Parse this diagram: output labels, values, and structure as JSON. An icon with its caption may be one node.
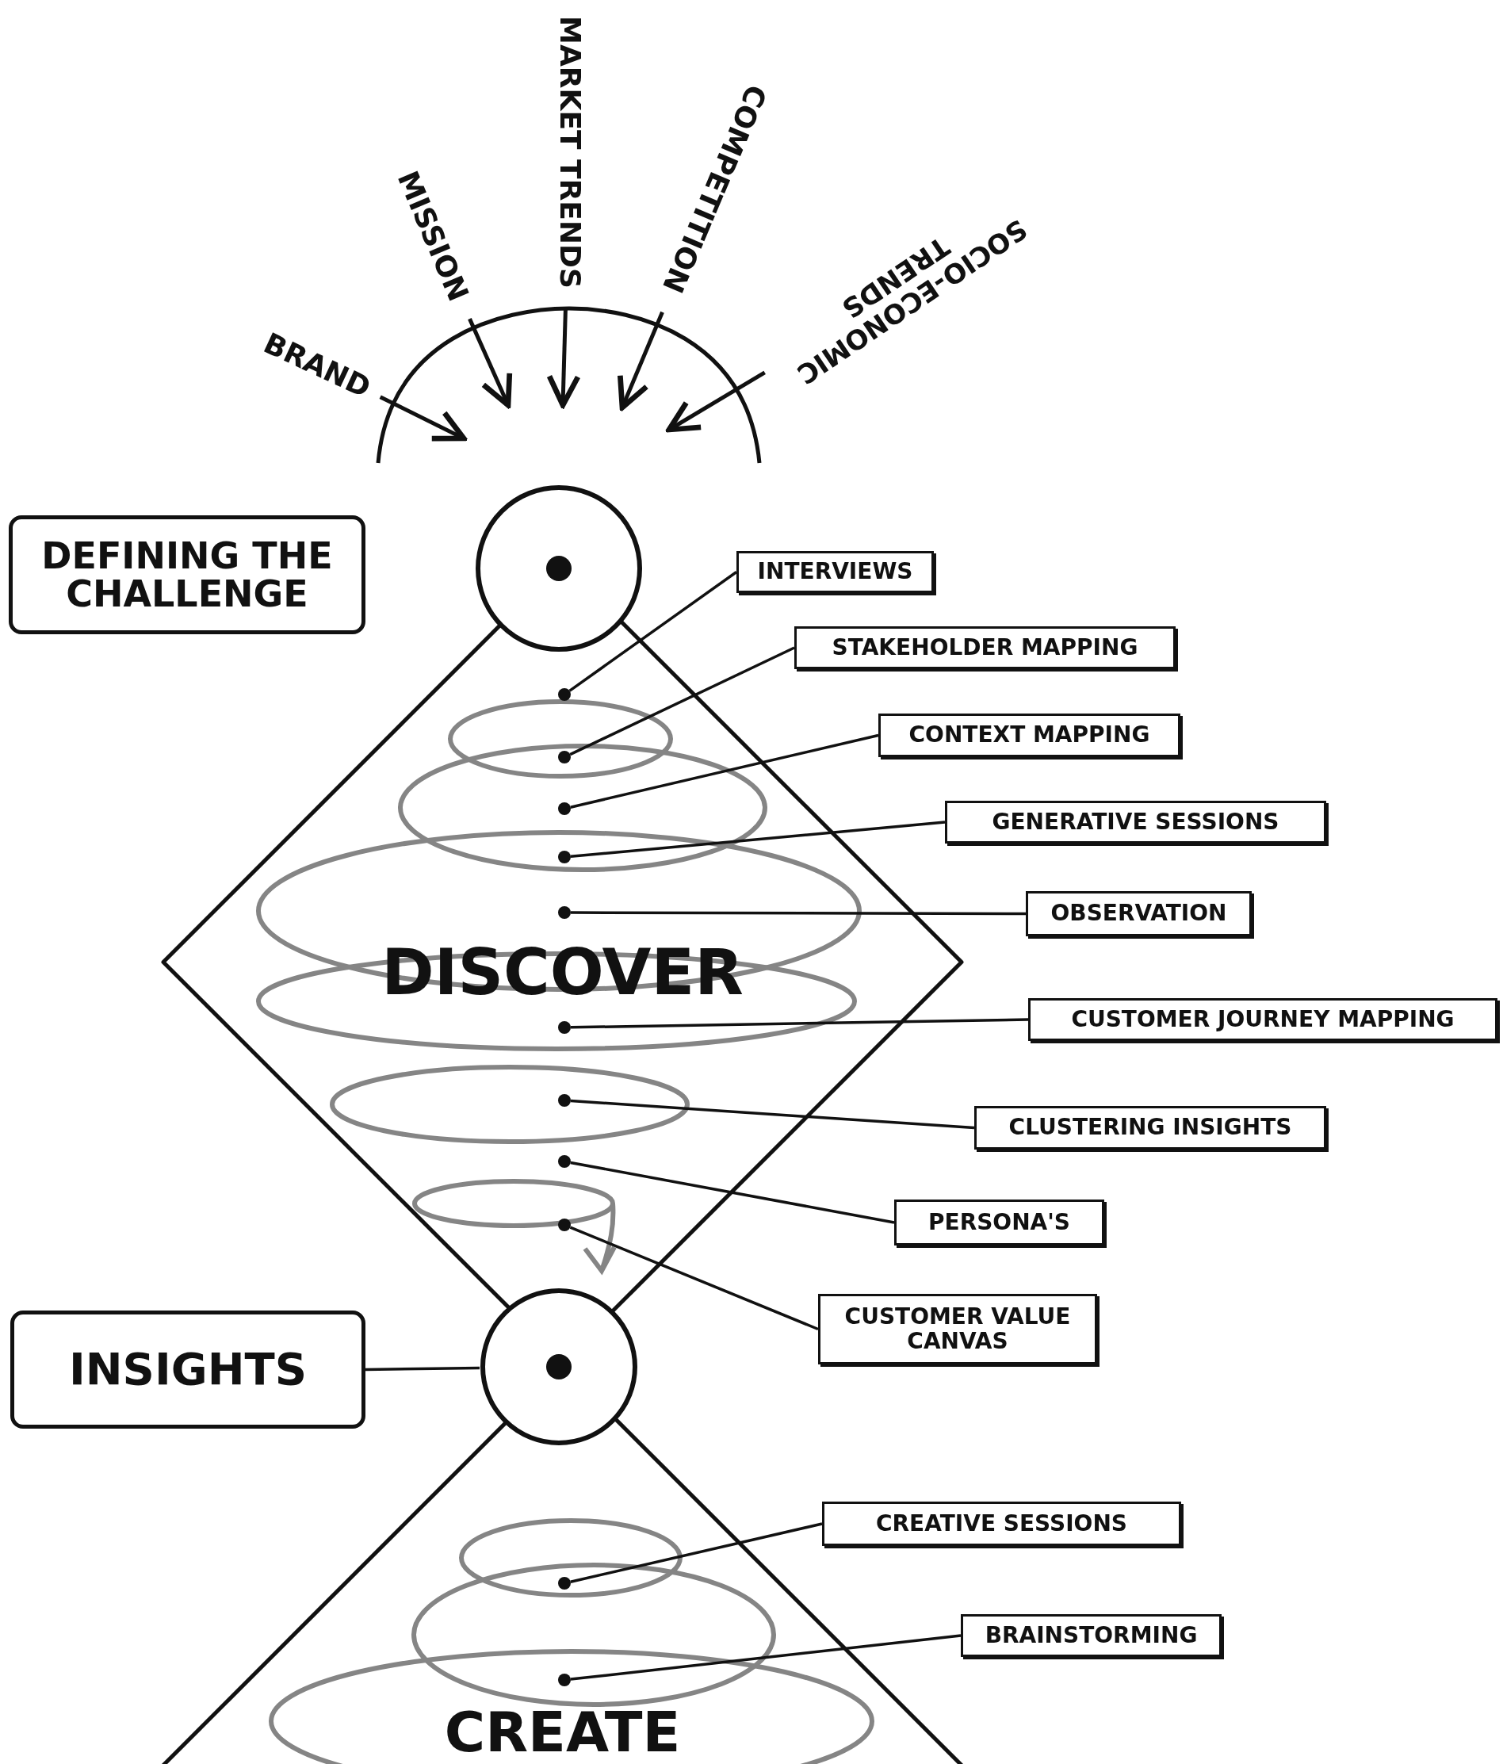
{
  "diagram": {
    "nodes": [
      {
        "text": [
          "BRAND"
        ]
      },
      {
        "text": [
          "MISSION"
        ]
      },
      {
        "text": [
          "MARKET TRENDS"
        ]
      },
      {
        "text": [
          "COMPETITION"
        ]
      },
      {
        "text": [
          "SOCIO-ECONOMIC TRENDS"
        ]
      },
      {
        "text": [],
        "shape": "arc"
      },
      {
        "text": [
          "DEFINING THE CHALLENGE"
        ]
      },
      {
        "text": [],
        "shape": "circle"
      },
      {
        "text": [
          "DISCOVER"
        ]
      },
      {
        "text": [],
        "shape": "dot",
        "in": 8
      },
      {
        "text": [],
        "shape": "dot",
        "in": 8
      },
      {
        "text": [],
        "shape": "dot",
        "in": 8
      },
      {
        "text": [],
        "shape": "dot",
        "in": 8
      },
      {
        "text": [],
        "shape": "dot",
        "in": 8
      },
      {
        "text": [],
        "shape": "dot",
        "in": 8
      },
      {
        "text": [],
        "shape": "dot",
        "in": 8
      },
      {
        "text": [],
        "shape": "dot",
        "in": 8
      },
      {
        "text": [],
        "shape": "dot",
        "in": 8
      },
      {
        "text": [
          "INTERVIEWS"
        ]
      },
      {
        "text": [
          "STAKEHOLDER MAPPING"
        ]
      },
      {
        "text": [
          "CONTEXT MAPPING"
        ]
      },
      {
        "text": [
          "GENERATIVE SESSIONS"
        ]
      },
      {
        "text": [
          "OBSERVATION"
        ]
      },
      {
        "text": [
          "CUSTOMER JOURNEY MAPPING"
        ]
      },
      {
        "text": [
          "CLUSTERING INSIGHTS"
        ]
      },
      {
        "text": [
          "PERSONA'S"
        ]
      },
      {
        "text": [
          "CUSTOMER VALUE CANVAS"
        ]
      },
      {
        "text": [
          "INSIGHTS"
        ]
      },
      {
        "text": [],
        "shape": "circle"
      },
      {
        "text": [
          "CREATE"
        ]
      },
      {
        "text": [],
        "shape": "dot",
        "in": 29
      },
      {
        "text": [],
        "shape": "dot",
        "in": 29
      },
      {
        "text": [
          "CREATIVE SESSIONS"
        ]
      },
      {
        "text": [
          "BRAINSTORMING"
        ]
      }
    ],
    "edges": [
      {
        "from": 0,
        "to": 5,
        "arrow": "to"
      },
      {
        "from": 1,
        "to": 5,
        "arrow": "to"
      },
      {
        "from": 2,
        "to": 5,
        "arrow": "to"
      },
      {
        "from": 3,
        "to": 5,
        "arrow": "to"
      },
      {
        "from": 4,
        "to": 5,
        "arrow": "to"
      },
      {
        "from": 18,
        "to": 9,
        "arrow": "none"
      },
      {
        "from": 19,
        "to": 10,
        "arrow": "none"
      },
      {
        "from": 20,
        "to": 11,
        "arrow": "none"
      },
      {
        "from": 21,
        "to": 12,
        "arrow": "none"
      },
      {
        "from": 22,
        "to": 13,
        "arrow": "none"
      },
      {
        "from": 23,
        "to": 14,
        "arrow": "none"
      },
      {
        "from": 24,
        "to": 15,
        "arrow": "none"
      },
      {
        "from": 25,
        "to": 16,
        "arrow": "none"
      },
      {
        "from": 26,
        "to": 17,
        "arrow": "none"
      },
      {
        "from": 27,
        "to": 28,
        "arrow": "none"
      },
      {
        "from": 32,
        "to": 30,
        "arrow": "none"
      },
      {
        "from": 33,
        "to": 31,
        "arrow": "none"
      }
    ]
  }
}
